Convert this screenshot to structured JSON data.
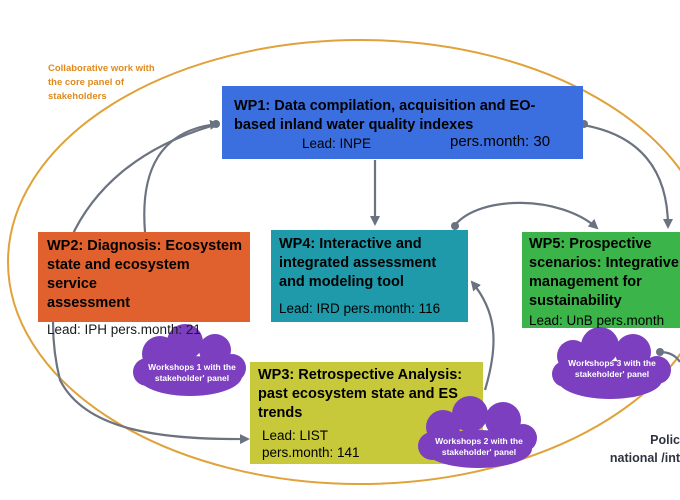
{
  "annotation": {
    "collab_line1": "Collaborative work with",
    "collab_line2": "the core panel of",
    "collab_line3": "stakeholders",
    "policy_line1": "Polic",
    "policy_line2": "national /int"
  },
  "wp1": {
    "title_line1": "WP1: Data compilation, acquisition and  EO-",
    "title_line2": "based inland water quality indexes",
    "lead": "Lead: INPE",
    "pm": "pers.month: 30"
  },
  "wp2": {
    "title_line1": "WP2: Diagnosis: Ecosystem",
    "title_line2": "state and ecosystem service",
    "title_line3": "assessment",
    "lead": "Lead: IPH  pers.month: 21"
  },
  "wp3": {
    "title_line1": "WP3: Retrospective Analysis:",
    "title_line2": "past ecosystem state and ES",
    "title_line3": "trends",
    "lead": "Lead: LIST",
    "pm": "pers.month: 141"
  },
  "wp4": {
    "title_line1": "WP4: Interactive and",
    "title_line2": "integrated assessment",
    "title_line3": "and modeling tool",
    "lead": "Lead: IRD  pers.month: 116"
  },
  "wp5": {
    "title_line1": "WP5: Prospective",
    "title_line2": "scenarios: Integrative",
    "title_line3": "management for",
    "title_line4": "sustainability",
    "lead": "Lead: UnB  pers.month"
  },
  "workshops": [
    {
      "line1": "Workshops 1 with the",
      "line2": "stakeholder' panel"
    },
    {
      "line1": "Workshops 2 with the",
      "line2": "stakeholder' panel"
    },
    {
      "line1": "Workshops 3 with the",
      "line2": "stakeholder' panel"
    }
  ],
  "colors": {
    "wp1": "#3b6fe0",
    "wp2": "#e0612e",
    "wp3": "#c7c93a",
    "wp4": "#1e9aab",
    "wp5": "#3bb54a",
    "workshop": "#7b3fbf",
    "ellipse": "#e0a23a",
    "arrow": "#6b7380"
  }
}
